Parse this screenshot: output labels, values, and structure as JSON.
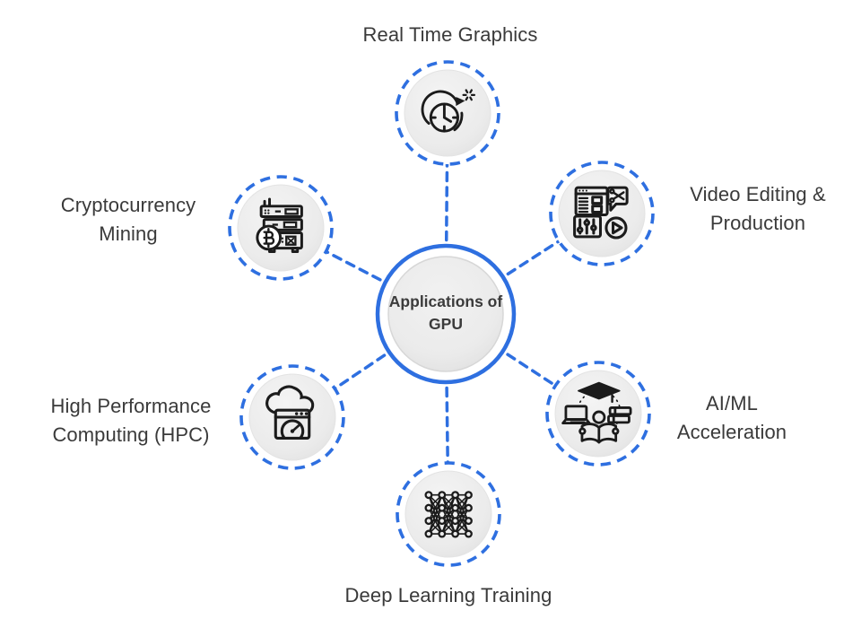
{
  "diagram": {
    "accent_color": "#2e6fe0",
    "node_fill_color": "#ebebeb",
    "icon_stroke_color": "#1b1b1b",
    "text_color": "#3a3a3a",
    "center": {
      "label": "Applications of GPU"
    },
    "nodes": [
      {
        "id": "real-time-graphics",
        "label": "Real Time Graphics",
        "icon": "clock-realtime-icon"
      },
      {
        "id": "video-editing",
        "label": "Video Editing & Production",
        "icon": "video-editing-icon"
      },
      {
        "id": "ai-ml",
        "label": "AI/ML Acceleration",
        "icon": "learning-icon"
      },
      {
        "id": "deep-learning",
        "label": "Deep Learning Training",
        "icon": "neural-network-icon"
      },
      {
        "id": "hpc",
        "label": "High Performance Computing (HPC)",
        "icon": "cloud-gauge-icon"
      },
      {
        "id": "crypto-mining",
        "label": "Cryptocurrency Mining",
        "icon": "bitcoin-mining-rig-icon"
      }
    ]
  }
}
